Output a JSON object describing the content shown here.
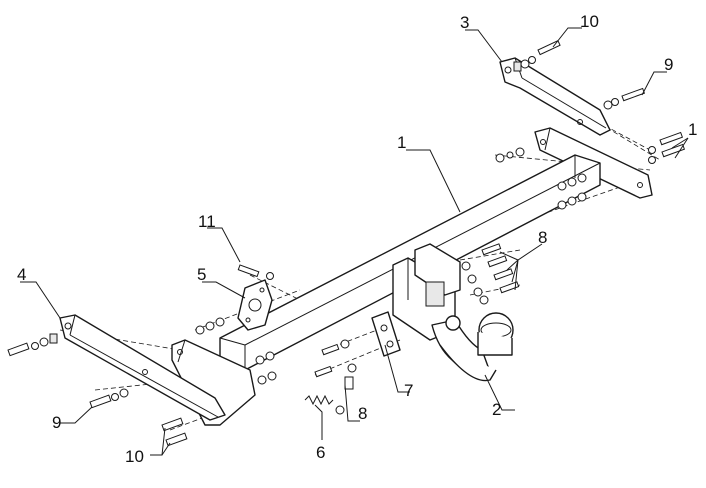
{
  "diagram": {
    "callouts": [
      {
        "id": "c1-crossbar",
        "text": "1"
      },
      {
        "id": "c1-right-bolts",
        "text": "1"
      },
      {
        "id": "c2-ball",
        "text": "2"
      },
      {
        "id": "c3-right-bracket",
        "text": "3"
      },
      {
        "id": "c4-left-bracket",
        "text": "4"
      },
      {
        "id": "c5-socket-plate",
        "text": "5"
      },
      {
        "id": "c6-spring",
        "text": "6"
      },
      {
        "id": "c7-plate",
        "text": "7"
      },
      {
        "id": "c8-right-bolts",
        "text": "8"
      },
      {
        "id": "c8-lower-bolt",
        "text": "8"
      },
      {
        "id": "c9-right",
        "text": "9"
      },
      {
        "id": "c9-left",
        "text": "9"
      },
      {
        "id": "c10-top",
        "text": "10"
      },
      {
        "id": "c10-bottom",
        "text": "10"
      },
      {
        "id": "c11",
        "text": "11"
      }
    ]
  }
}
